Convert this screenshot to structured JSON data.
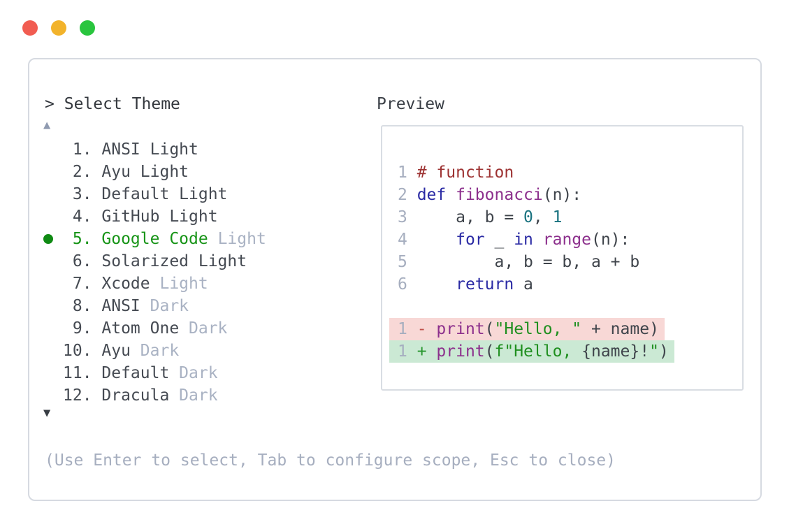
{
  "window": {
    "controls": [
      {
        "name": "close",
        "color": "#f15c51"
      },
      {
        "name": "minimize",
        "color": "#f2b32b"
      },
      {
        "name": "zoom",
        "color": "#29c53e"
      }
    ]
  },
  "palette": {
    "prompt": ">",
    "title": "Select Theme",
    "scroll_up_icon": "▲",
    "scroll_down_icon": "▼",
    "selected_index": 4,
    "items": [
      {
        "num": " 1.",
        "name": "ANSI Light",
        "variant": "",
        "selected": false
      },
      {
        "num": " 2.",
        "name": "Ayu Light",
        "variant": "",
        "selected": false
      },
      {
        "num": " 3.",
        "name": "Default Light",
        "variant": "",
        "selected": false
      },
      {
        "num": " 4.",
        "name": "GitHub Light",
        "variant": "",
        "selected": false
      },
      {
        "num": " 5.",
        "name": "Google Code",
        "variant": "Light",
        "selected": true
      },
      {
        "num": " 6.",
        "name": "Solarized Light",
        "variant": "",
        "selected": false
      },
      {
        "num": " 7.",
        "name": "Xcode",
        "variant": "Light",
        "selected": false
      },
      {
        "num": " 8.",
        "name": "ANSI",
        "variant": "Dark",
        "selected": false
      },
      {
        "num": " 9.",
        "name": "Atom One",
        "variant": "Dark",
        "selected": false
      },
      {
        "num": "10.",
        "name": "Ayu",
        "variant": "Dark",
        "selected": false
      },
      {
        "num": "11.",
        "name": "Default",
        "variant": "Dark",
        "selected": false
      },
      {
        "num": "12.",
        "name": "Dracula",
        "variant": "Dark",
        "selected": false
      }
    ],
    "footer_hint": "(Use Enter to select, Tab to configure scope, Esc to close)"
  },
  "preview": {
    "label": "Preview",
    "code_lines": [
      {
        "no": "1",
        "tokens": [
          [
            "# function",
            "com"
          ]
        ]
      },
      {
        "no": "2",
        "tokens": [
          [
            "def",
            "kwd"
          ],
          [
            " ",
            "pln"
          ],
          [
            "fibonacci",
            "typ"
          ],
          [
            "(n):",
            "pln"
          ]
        ]
      },
      {
        "no": "3",
        "tokens": [
          [
            "    a, b = ",
            "pln"
          ],
          [
            "0",
            "lit"
          ],
          [
            ", ",
            "pln"
          ],
          [
            "1",
            "lit"
          ]
        ]
      },
      {
        "no": "4",
        "tokens": [
          [
            "    ",
            "pln"
          ],
          [
            "for",
            "kwd"
          ],
          [
            " _ ",
            "pln"
          ],
          [
            "in",
            "kwd"
          ],
          [
            " ",
            "pln"
          ],
          [
            "range",
            "typ"
          ],
          [
            "(n):",
            "pln"
          ]
        ]
      },
      {
        "no": "5",
        "tokens": [
          [
            "        a, b = b, a + b",
            "pln"
          ]
        ]
      },
      {
        "no": "6",
        "tokens": [
          [
            "    ",
            "kwd"
          ],
          [
            "return",
            "kwd"
          ],
          [
            " a",
            "pln"
          ]
        ]
      },
      {
        "no": "",
        "tokens": []
      }
    ],
    "diff_lines": [
      {
        "no": "1",
        "sign": "- ",
        "type": "removed",
        "tokens": [
          [
            "print",
            "typ"
          ],
          [
            "(",
            "pln"
          ],
          [
            "\"Hello, \"",
            "str"
          ],
          [
            " + name)",
            "pln"
          ]
        ]
      },
      {
        "no": "1",
        "sign": "+ ",
        "type": "added",
        "tokens": [
          [
            "print",
            "typ"
          ],
          [
            "(",
            "pln"
          ],
          [
            "f\"Hello, ",
            "str"
          ],
          [
            "{name}!",
            "pln"
          ],
          [
            "\"",
            "str"
          ],
          [
            ")",
            "pln"
          ]
        ]
      }
    ]
  },
  "colors": {
    "selected_green": "#179417",
    "variant_gray": "#a9b2c3",
    "panel_border": "#d6dae1",
    "line_number": "#a6aebf",
    "syntax_keyword": "#2a2aa4",
    "syntax_function": "#8c2f8c",
    "syntax_comment": "#9d3232",
    "syntax_number": "#19727f",
    "syntax_string": "#1f8f1f",
    "diff_removed_bg": "#f8d8d6",
    "diff_added_bg": "#cbe9d4"
  }
}
